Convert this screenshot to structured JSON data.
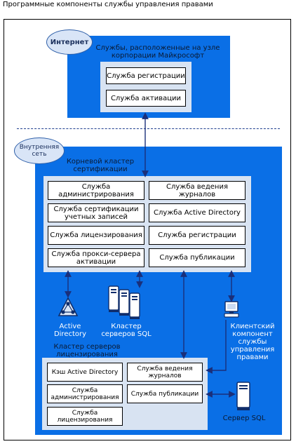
{
  "title": "Программные компоненты службы управления правами",
  "internet": {
    "cloud": "Интернет",
    "header": "Службы, расположенные на узле корпорации Майкрософт",
    "boxes": [
      "Служба регистрации",
      "Служба активации"
    ]
  },
  "intranet": {
    "cloud": "Внутренняя сеть",
    "root_cluster": {
      "title": "Корневой кластер сертификации",
      "left_boxes": [
        "Служба администрирования",
        "Служба сертификации учетных записей",
        "Служба лицензирования",
        "Служба прокси-сервера активации"
      ],
      "right_boxes": [
        "Служба ведения журналов",
        "Служба Active Directory",
        "Служба регистрации",
        "Служба публикации"
      ]
    },
    "active_directory_label": "Active Directory",
    "sql_cluster_label": "Кластер серверов SQL",
    "client_label": "Клиентский компонент службы управления правами",
    "licensing_cluster": {
      "title": "Кластер серверов лицензирования",
      "boxes": [
        "Кэш Active Directory",
        "Служба ведения журналов",
        "Служба администрирования",
        "Служба публикации",
        "Служба лицензирования"
      ]
    },
    "sql_server_label": "Сервер SQL"
  },
  "colors": {
    "primary_blue": "#0a6fe6",
    "panel_light": "#d8e3f2",
    "cloud_fill": "#d9e5f7",
    "connector": "#1a2f7a"
  },
  "icons": [
    "active-directory-icon",
    "sql-cluster-icon",
    "client-computer-icon",
    "sql-server-icon"
  ]
}
